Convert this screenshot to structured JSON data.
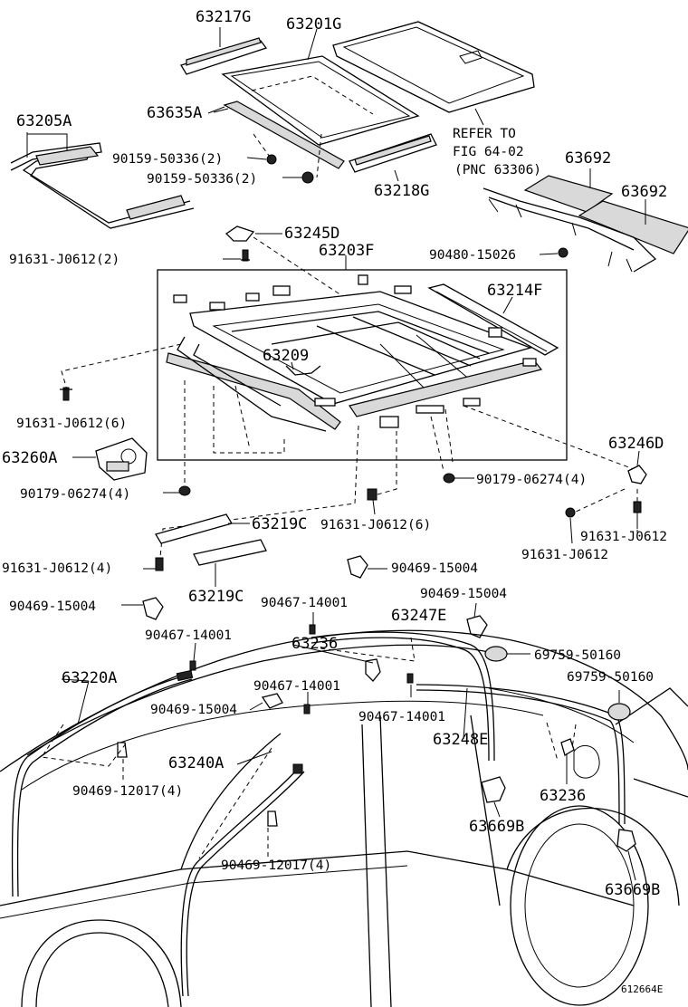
{
  "figure_id": "612664E",
  "labels": {
    "p63217G": "63217G",
    "p63201G": "63201G",
    "p63205A": "63205A",
    "p63635A": "63635A",
    "p90159a": "90159-50336(2)",
    "p90159b": "90159-50336(2)",
    "p63218G": "63218G",
    "refer1": "REFER TO",
    "refer2": "FIG 64-02",
    "refer3": "(PNC 63306)",
    "p63692a": "63692",
    "p63692b": "63692",
    "p63245D": "63245D",
    "p91631a": "91631-J0612(2)",
    "p63203F": "63203F",
    "p90480": "90480-15026",
    "p63214F": "63214F",
    "p63209": "63209",
    "p91631b": "91631-J0612(6)",
    "p63260A": "63260A",
    "p90179a": "90179-06274(4)",
    "p90179b": "90179-06274(4)",
    "p63246D": "63246D",
    "p63219Ca": "63219C",
    "p91631c": "91631-J0612(6)",
    "p91631d": "91631-J0612",
    "p91631e": "91631-J0612",
    "p91631f": "91631-J0612(4)",
    "p90469a": "90469-15004",
    "p63219Cb": "63219C",
    "p90469b": "90469-15004",
    "p90467a": "90467-14001",
    "p90469c": "90469-15004",
    "p90467b": "90467-14001",
    "p63247E": "63247E",
    "p69759a": "69759-50160",
    "p63236a": "63236",
    "p63220A": "63220A",
    "p90467c": "90467-14001",
    "p69759b": "69759-50160",
    "p90469d": "90469-15004",
    "p90467d": "90467-14001",
    "p63248E": "63248E",
    "p90469e": "90469-12017(4)",
    "p63240A": "63240A",
    "p63236b": "63236",
    "p63669Ba": "63669B",
    "p90469f": "90469-12017(4)",
    "p63669Bb": "63669B"
  }
}
